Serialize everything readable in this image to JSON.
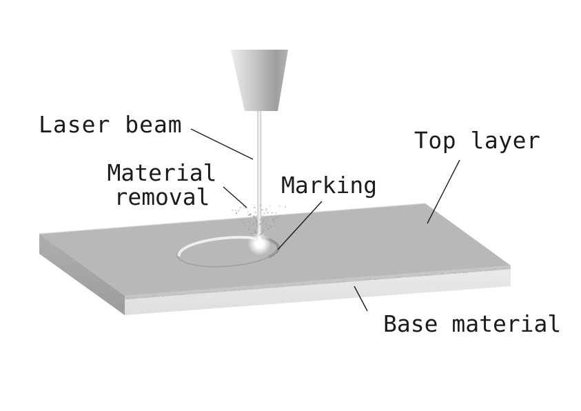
{
  "labels": {
    "laser_beam": "Laser beam",
    "material_removal_line1": "Material",
    "material_removal_line2": "removal",
    "marking": "Marking",
    "top_layer": "Top layer",
    "base_material": "Base material"
  },
  "colors": {
    "background": "#ffffff",
    "label_text": "#1b1b1b",
    "leader_line": "#1b1b1b",
    "top_face": "#b8b8b8",
    "top_edge_highlight": "#d9d9d9",
    "left_face_top": "#aeaeae",
    "left_face_bottom": "#9c9c9c",
    "top_layer_edge_strip": "#c5c5c5",
    "base_band_top": "#eaeaea",
    "base_band_bottom": "#dedede",
    "nozzle_g1": "#ececec",
    "nozzle_g2": "#c6c6c6",
    "nozzle_g3": "#9e9e9e",
    "nozzle_g4": "#b2b2b2",
    "beam_edge": "#c4c4c4",
    "beam_core": "#f7f7f7",
    "groove_outline": "#9f9f9f",
    "groove_highlight": "#f2f2f2",
    "groove_shadow": "#939393",
    "spark_glow": "#ffffff",
    "particle": "#9a9a9a",
    "edge_speckle": "#a6a6a6"
  }
}
